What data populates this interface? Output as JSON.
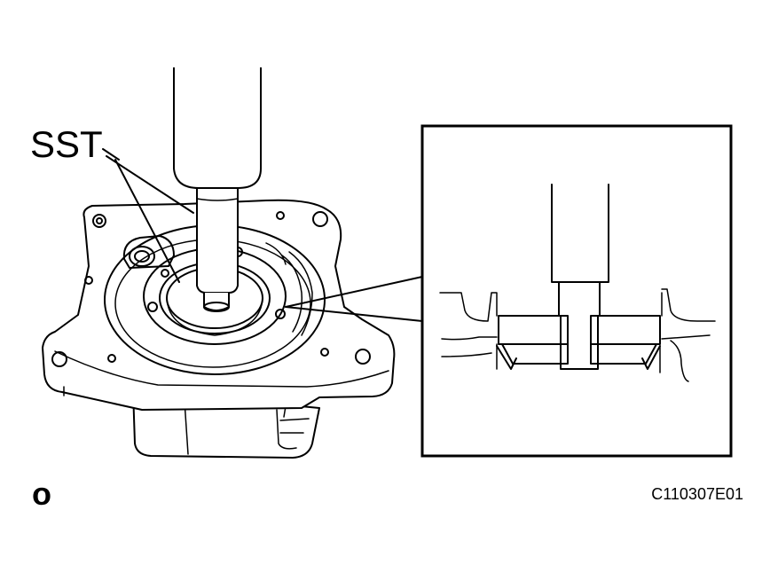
{
  "diagram": {
    "labels": {
      "tool": "SST",
      "mark": "o",
      "figure_code": "C110307E01"
    },
    "line_color": "#000000",
    "background": "#ffffff"
  }
}
